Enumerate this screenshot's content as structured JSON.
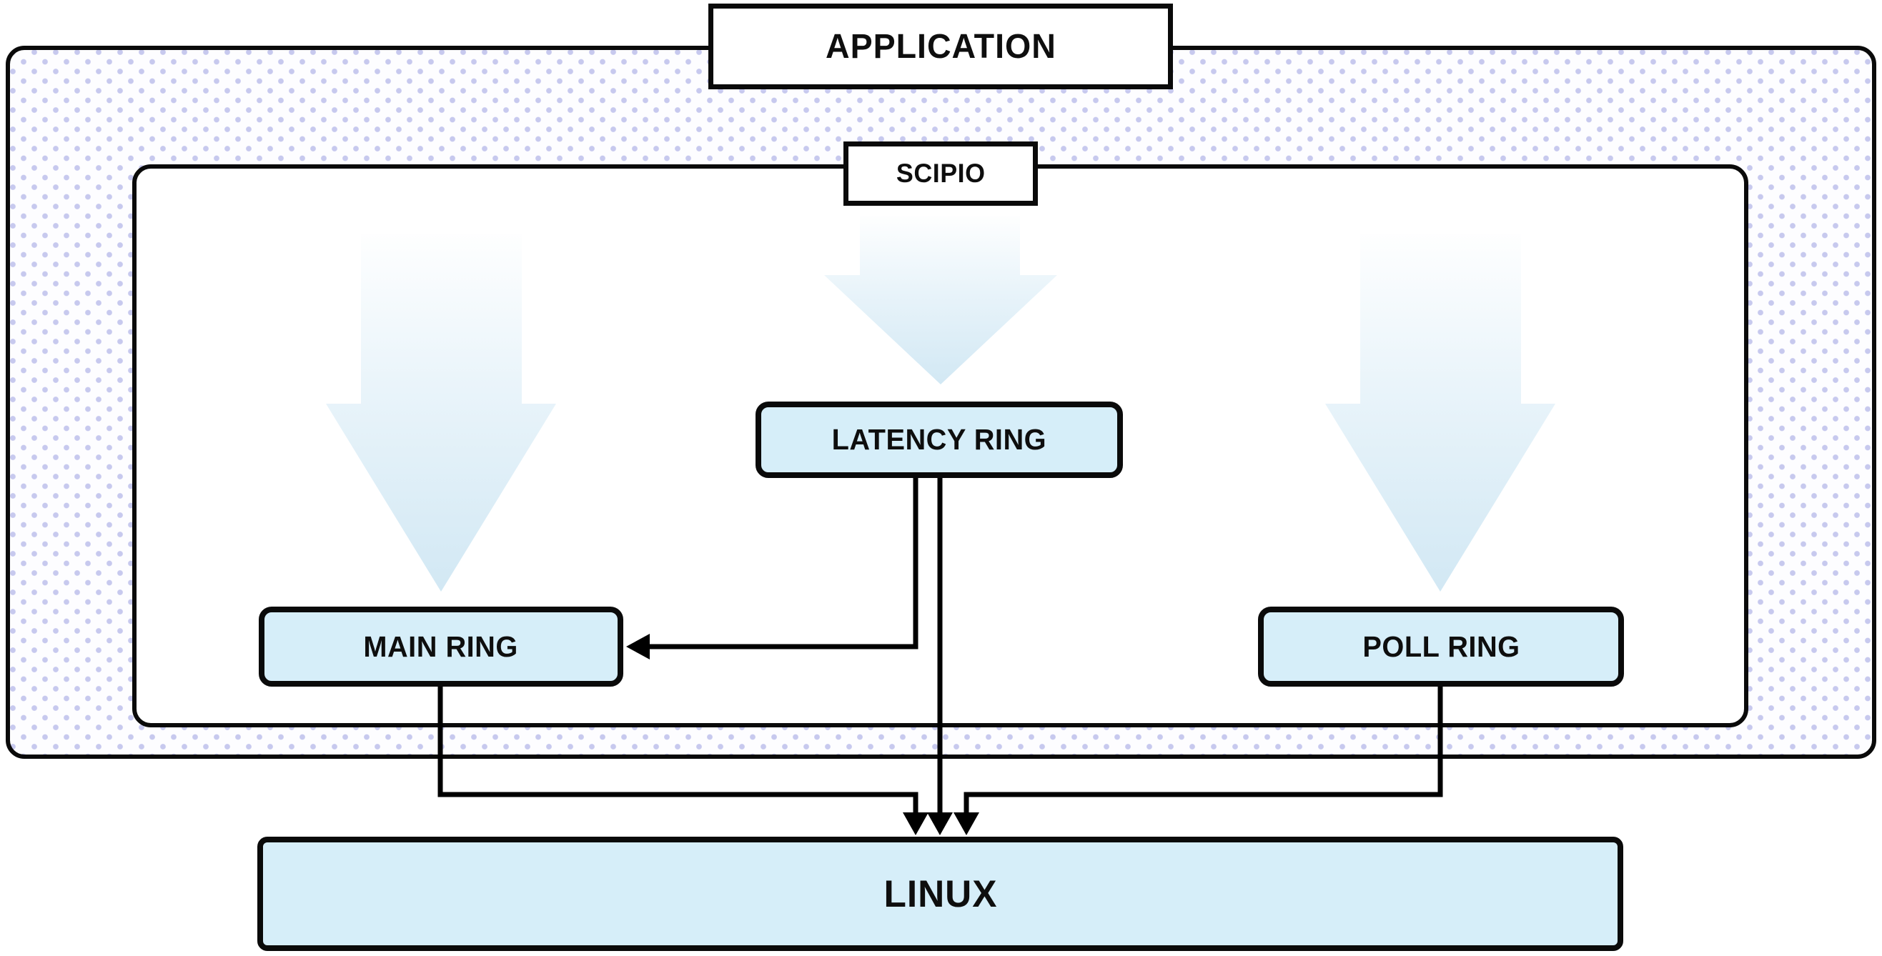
{
  "diagram": {
    "nodes": {
      "application": {
        "label": "APPLICATION",
        "role": "outer-container"
      },
      "scipio": {
        "label": "SCIPIO",
        "role": "inner-container"
      },
      "latency_ring": {
        "label": "LATENCY RING",
        "role": "ring-node"
      },
      "main_ring": {
        "label": "MAIN RING",
        "role": "ring-node"
      },
      "poll_ring": {
        "label": "POLL RING",
        "role": "ring-node"
      },
      "linux": {
        "label": "LINUX",
        "role": "base-node"
      }
    },
    "edges": [
      {
        "from": "scipio",
        "to": "main_ring",
        "style": "gradient-flow-arrow"
      },
      {
        "from": "scipio",
        "to": "latency_ring",
        "style": "gradient-flow-arrow"
      },
      {
        "from": "scipio",
        "to": "poll_ring",
        "style": "gradient-flow-arrow"
      },
      {
        "from": "latency_ring",
        "to": "main_ring",
        "style": "black-line-arrow"
      },
      {
        "from": "latency_ring",
        "to": "linux",
        "style": "black-line-arrow"
      },
      {
        "from": "main_ring",
        "to": "linux",
        "style": "black-line-arrow"
      },
      {
        "from": "poll_ring",
        "to": "linux",
        "style": "black-line-arrow"
      }
    ],
    "colors": {
      "background": "#ffffff",
      "node_fill": "#d6eef9",
      "node_border": "#0a0a0a",
      "connector": "#000000",
      "dot_pattern": "#c7c9ee",
      "dot_background": "#fdfdff",
      "flow_arrow_top": "#ffffff",
      "flow_arrow_bottom": "#d2e8f4"
    }
  }
}
